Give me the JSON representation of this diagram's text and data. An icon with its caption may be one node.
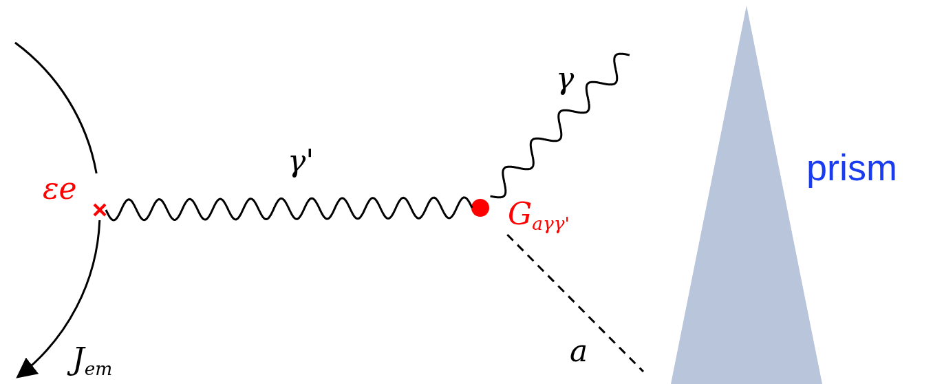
{
  "diagram": {
    "nodes": [
      {
        "text": [
          "εe"
        ]
      },
      {
        "text": [
          "G$_{aγγ'}$"
        ]
      }
    ],
    "edges": [
      {
        "from": null,
        "to": 0,
        "arrow": "none"
      },
      {
        "from": 0,
        "to": null,
        "arrow": "to",
        "label": "J$_{em}$"
      },
      {
        "from": 0,
        "to": 1,
        "arrow": "none",
        "label": "γ'"
      },
      {
        "from": 1,
        "to": null,
        "arrow": "none",
        "label": "γ"
      },
      {
        "from": 1,
        "to": null,
        "arrow": "none",
        "label": "a",
        "style": "dashed"
      }
    ],
    "labels": [
      "prism"
    ]
  }
}
